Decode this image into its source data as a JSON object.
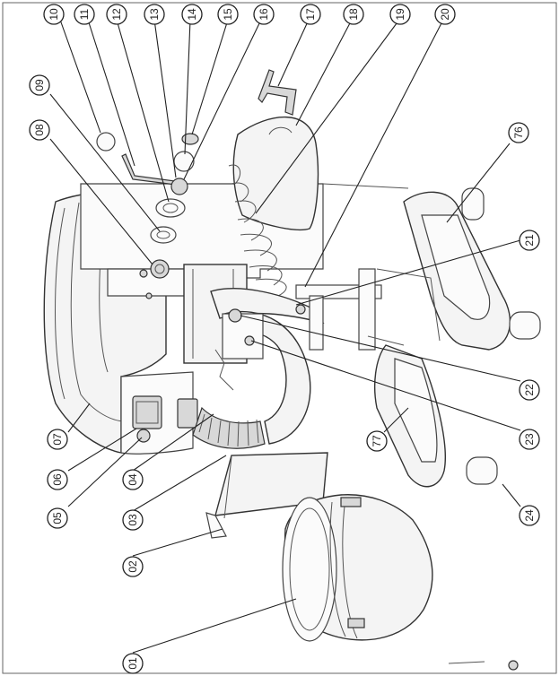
{
  "diagram": {
    "callouts": [
      {
        "id": "c01",
        "label": "01"
      },
      {
        "id": "c02",
        "label": "02"
      },
      {
        "id": "c03",
        "label": "03"
      },
      {
        "id": "c04",
        "label": "04"
      },
      {
        "id": "c05",
        "label": "05"
      },
      {
        "id": "c06",
        "label": "06"
      },
      {
        "id": "c07",
        "label": "07"
      },
      {
        "id": "c08",
        "label": "08"
      },
      {
        "id": "c09",
        "label": "09"
      },
      {
        "id": "c10",
        "label": "10"
      },
      {
        "id": "c11",
        "label": "11"
      },
      {
        "id": "c12",
        "label": "12"
      },
      {
        "id": "c13",
        "label": "13"
      },
      {
        "id": "c14",
        "label": "14"
      },
      {
        "id": "c15",
        "label": "15"
      },
      {
        "id": "c16",
        "label": "16"
      },
      {
        "id": "c17",
        "label": "17"
      },
      {
        "id": "c18",
        "label": "18"
      },
      {
        "id": "c19",
        "label": "19"
      },
      {
        "id": "c20",
        "label": "20"
      },
      {
        "id": "c21",
        "label": "21"
      },
      {
        "id": "c22",
        "label": "22"
      },
      {
        "id": "c23",
        "label": "23"
      },
      {
        "id": "c24",
        "label": "24"
      },
      {
        "id": "c76",
        "label": "76"
      },
      {
        "id": "c77",
        "label": "77"
      }
    ]
  }
}
